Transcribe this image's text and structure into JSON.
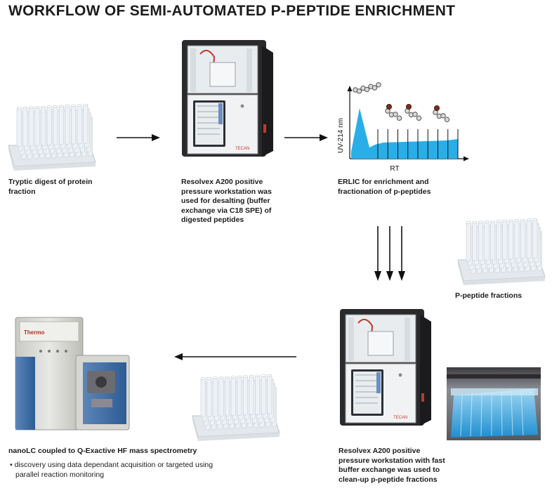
{
  "title": "WORKFLOW OF SEMI-AUTOMATED P-PEPTIDE ENRICHMENT",
  "steps": {
    "digest": {
      "caption_lines": [
        "Tryptic digest of protein",
        "fraction"
      ]
    },
    "desalting": {
      "caption_lines": [
        "Resolvex A200 positive",
        "pressure workstation was",
        "used for desalting (buffer",
        "exchange via C18 SPE) of",
        "digested peptides"
      ]
    },
    "erlic": {
      "caption_lines": [
        "ERLIC for enrichment and",
        "fractionation of p-peptides"
      ]
    },
    "fractions": {
      "caption": "P-peptide fractions"
    },
    "cleanup": {
      "caption_lines": [
        "Resolvex A200 positive",
        "pressure workstation with fast",
        "buffer exchange was used to",
        "clean-up p-peptide fractions"
      ]
    },
    "nanolc": {
      "caption": "nanoLC coupled to Q-Exactive HF mass spectrometry",
      "bullets": [
        "discovery using data dependant acquisition or targeted using parallel reaction monitoring"
      ]
    }
  },
  "instrument_labels": {
    "workstation_brand": "TECAN",
    "ms_brand": "Thermo"
  },
  "chart_data": {
    "type": "area",
    "ylabel": "UV-214 nm",
    "xlabel": "RT",
    "fill_color": "#29aee8",
    "fraction_count": 8
  },
  "colors": {
    "arrow": "#111111",
    "chromatogram": "#29aee8",
    "tube_blue": "#3aa9e0"
  },
  "icons": [
    "arrow-right-icon",
    "arrow-down-icon",
    "arrow-left-icon",
    "peptide-chain-icon",
    "phospho-peptide-icon"
  ]
}
